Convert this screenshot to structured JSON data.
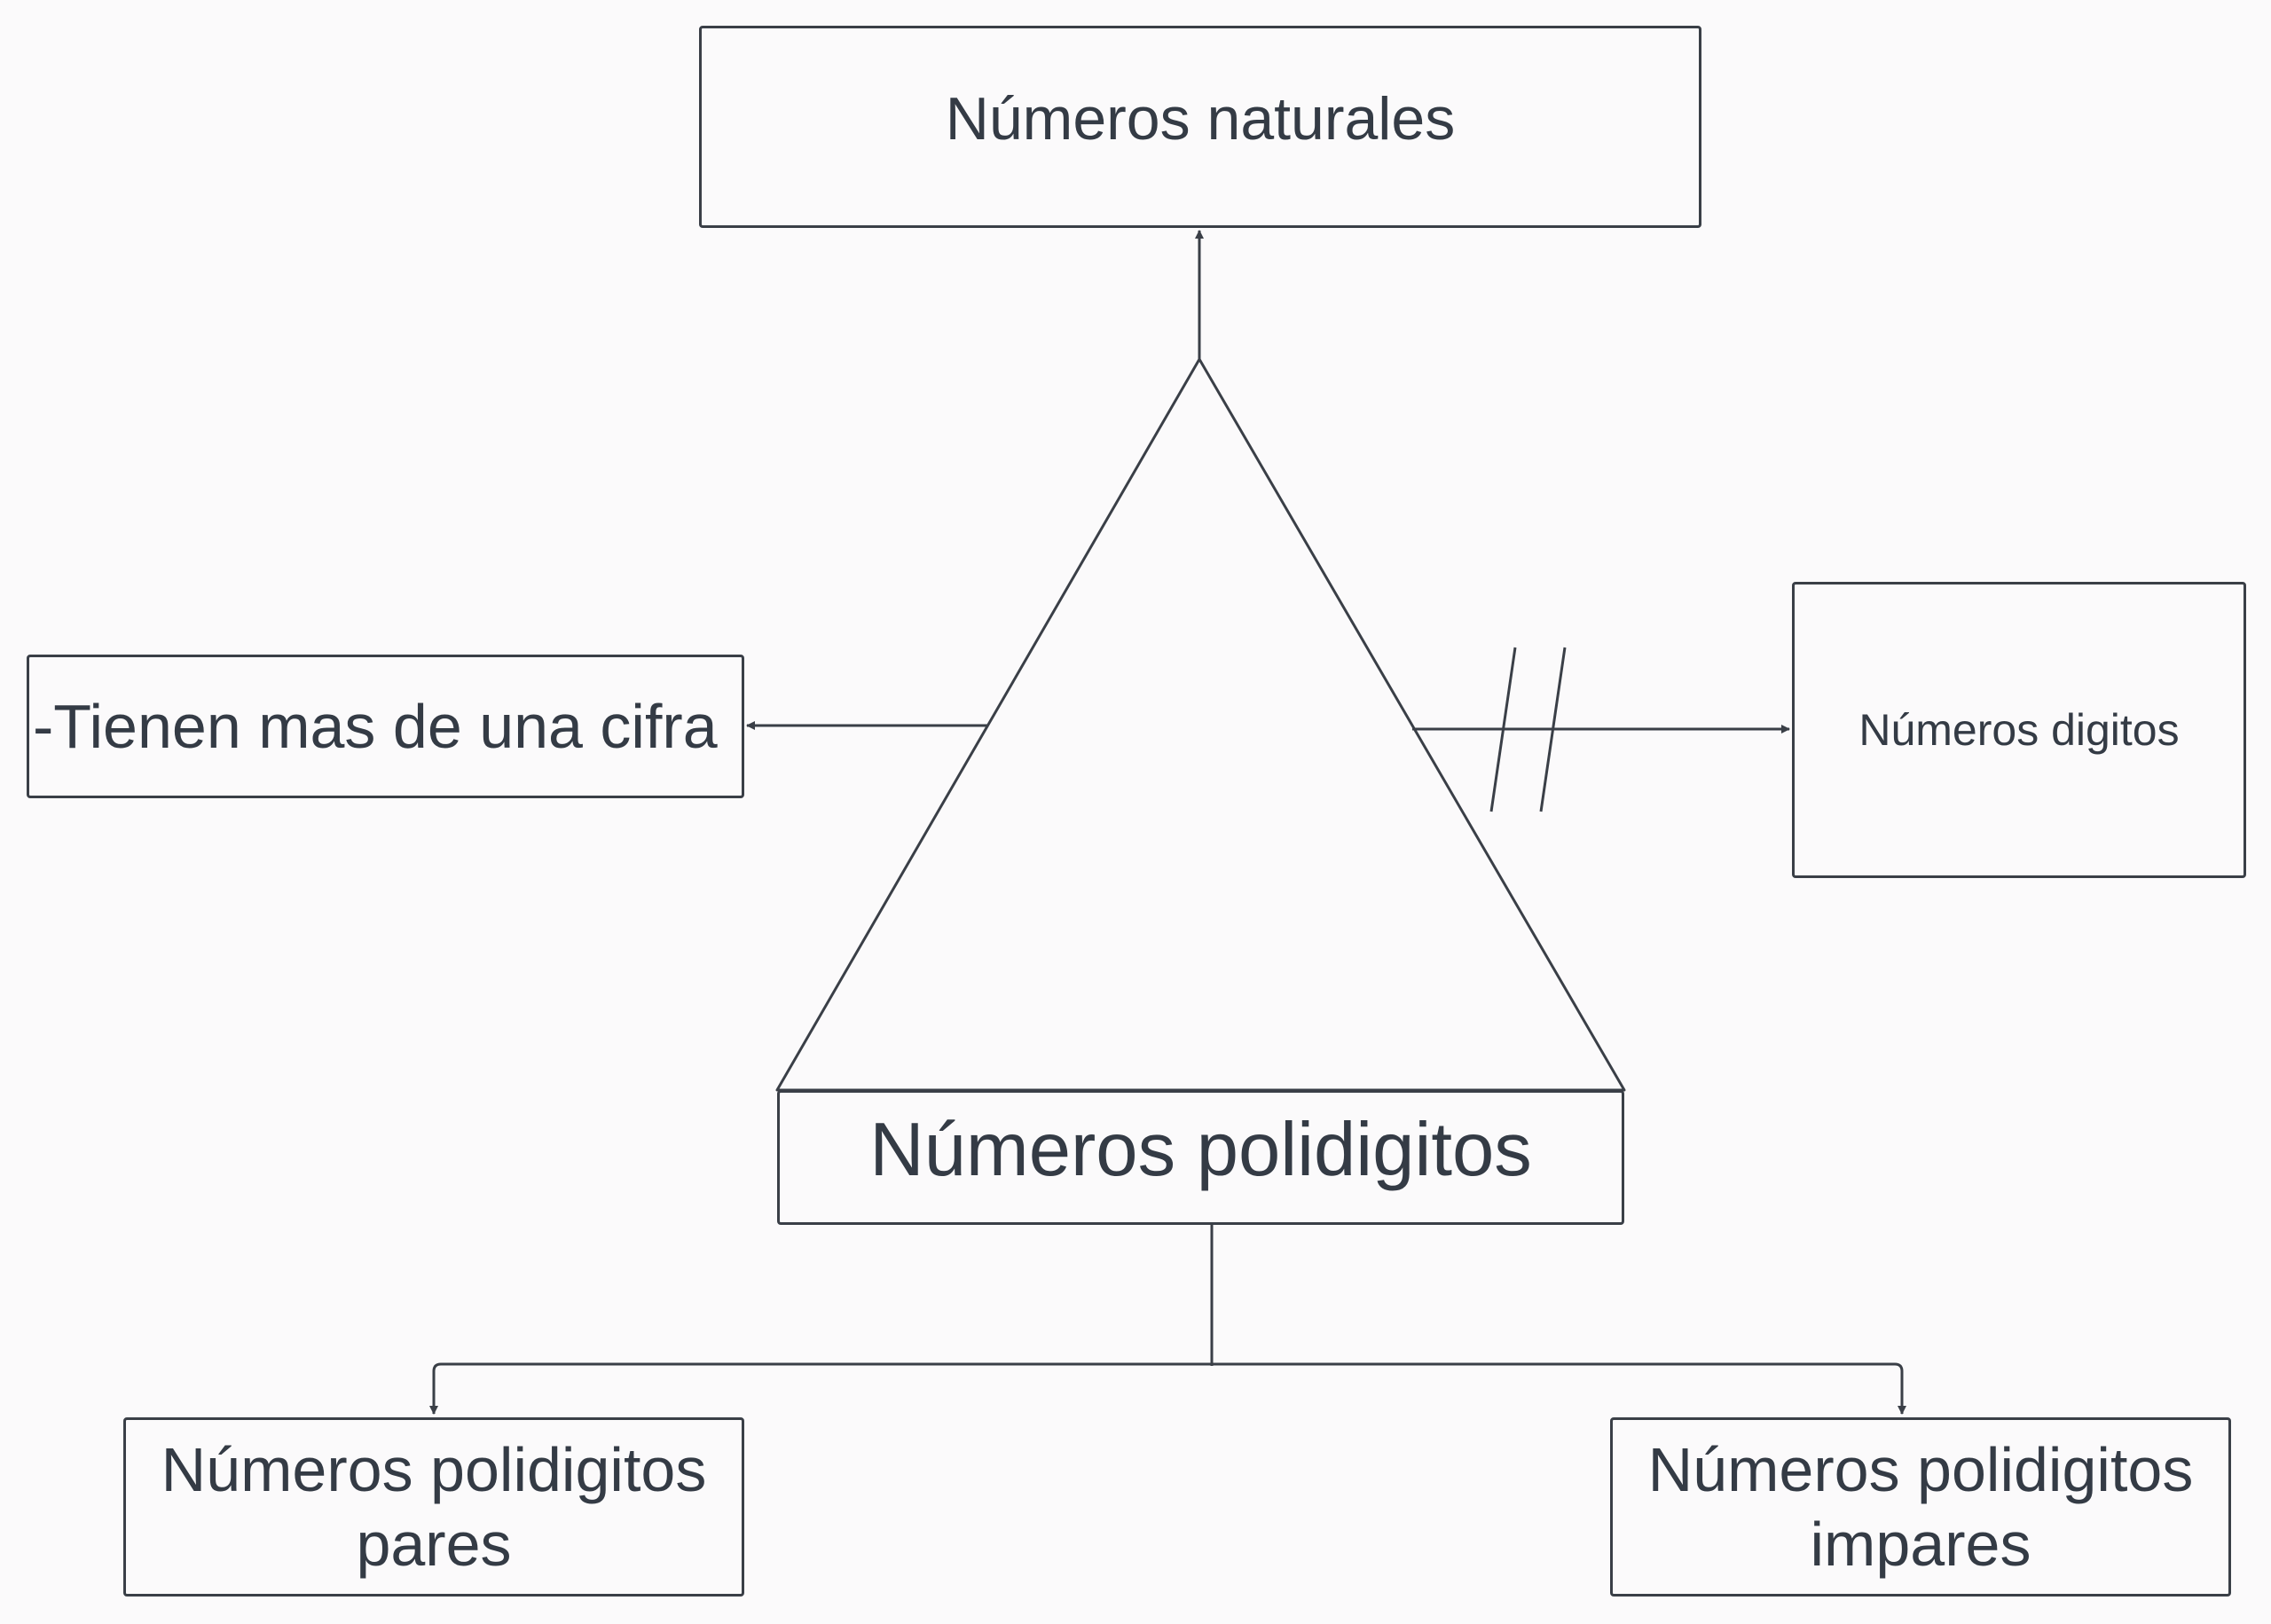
{
  "diagram": {
    "nodes": {
      "naturales": {
        "label": "Números naturales"
      },
      "cifra": {
        "label": "-Tienen mas de una cifra"
      },
      "digitos": {
        "label": "Números digitos"
      },
      "polidigitos": {
        "label": "Números polidigitos"
      },
      "pares": {
        "line1": "Números polidigitos",
        "line2": "pares"
      },
      "impares": {
        "line1": "Números polidigitos",
        "line2": "impares"
      }
    },
    "edges": [
      {
        "from": "polidigitos",
        "to": "naturales",
        "style": "arrow"
      },
      {
        "from": "polidigitos",
        "to": "cifra",
        "style": "arrow"
      },
      {
        "from": "polidigitos",
        "to": "digitos",
        "style": "arrow-negated"
      },
      {
        "from": "polidigitos",
        "to": "pares",
        "style": "arrow"
      },
      {
        "from": "polidigitos",
        "to": "impares",
        "style": "arrow"
      }
    ],
    "colors": {
      "line": "#3a3f47",
      "text": "#343b45",
      "background": "#fbfafb"
    }
  }
}
